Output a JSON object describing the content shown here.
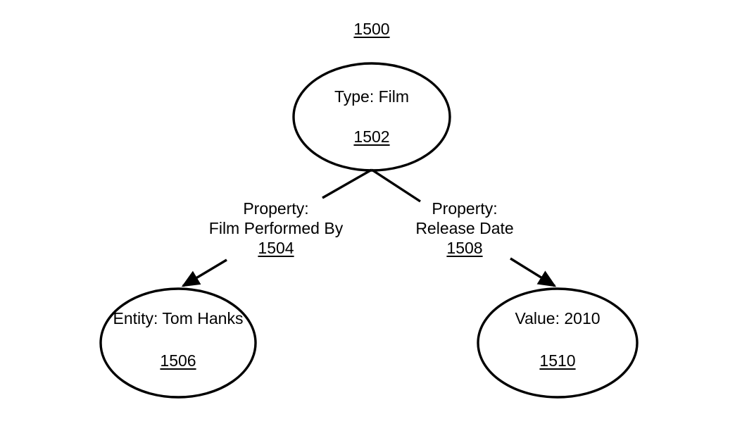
{
  "figure": {
    "label": "1500"
  },
  "nodes": {
    "film": {
      "text": "Type: Film",
      "ref": "1502"
    },
    "tom_hanks": {
      "text": "Entity: Tom Hanks",
      "ref": "1506"
    },
    "year": {
      "text": "Value: 2010",
      "ref": "1510"
    }
  },
  "edges": {
    "performed_by": {
      "label_line1": "Property:",
      "label_line2": "Film Performed By",
      "ref": "1504"
    },
    "release_date": {
      "label_line1": "Property:",
      "label_line2": "Release Date",
      "ref": "1508"
    }
  },
  "colors": {
    "line": "#000000",
    "text": "#000000",
    "background": "#ffffff"
  }
}
